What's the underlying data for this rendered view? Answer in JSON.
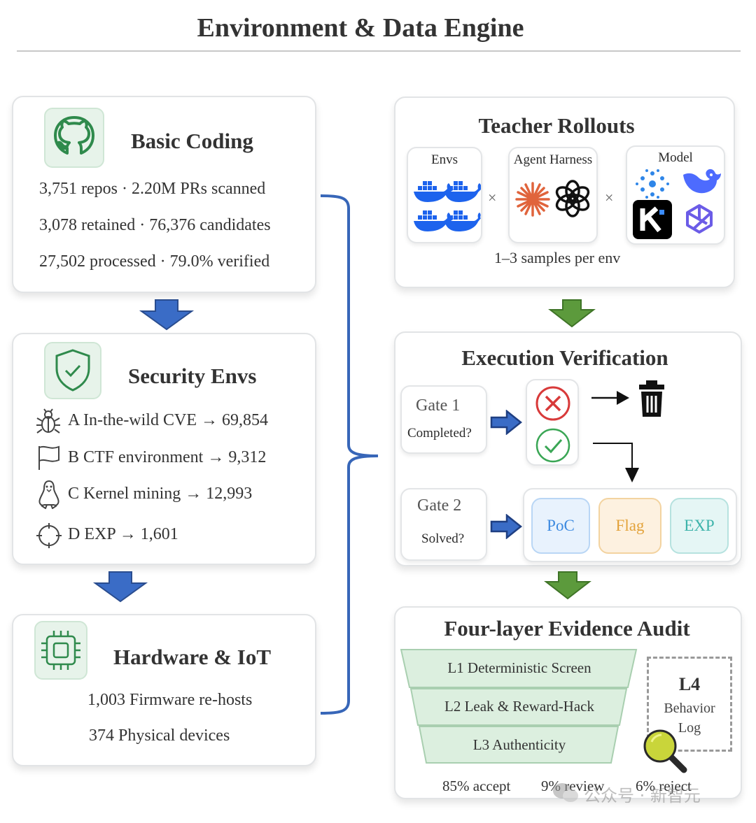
{
  "header": {
    "title": "Environment & Data Engine"
  },
  "basic_coding": {
    "title": "Basic Coding",
    "lines": [
      "3,751 repos · 2.20M PRs scanned",
      "3,078 retained · 76,376 candidates",
      "27,502 processed · 79.0% verified"
    ],
    "icon": "github-icon"
  },
  "security": {
    "title": "Security Envs",
    "icon": "shield-check-icon",
    "items": [
      {
        "icon": "bug-icon",
        "text": "A  In-the-wild CVE → 69,854"
      },
      {
        "icon": "flag-icon",
        "text": "B  CTF environment → 9,312"
      },
      {
        "icon": "linux-penguin-icon",
        "text": "C  Kernel mining → 12,993"
      },
      {
        "icon": "crosshair-icon",
        "text": "D  EXP → 1,601"
      }
    ]
  },
  "hardware": {
    "title": "Hardware & IoT",
    "icon": "chip-icon",
    "lines": [
      "1,003 Firmware re-hosts",
      "374 Physical devices"
    ]
  },
  "teacher": {
    "title": "Teacher Rollouts",
    "envs_label": "Envs",
    "harness_label": "Agent Harness",
    "model_label": "Model",
    "times": "×",
    "samples": "1–3 samples per env"
  },
  "execution": {
    "title": "Execution Verification",
    "gate1_title": "Gate 1",
    "gate1_q": "Completed?",
    "gate2_title": "Gate 2",
    "gate2_q": "Solved?",
    "outcomes": [
      "PoC",
      "Flag",
      "EXP"
    ]
  },
  "audit": {
    "title": "Four-layer Evidence Audit",
    "tiers": [
      "L1 Deterministic Screen",
      "L2  Leak & Reward-Hack",
      "L3  Authenticity"
    ],
    "l4_title": "L4",
    "l4_text": [
      "Behavior",
      "Log"
    ],
    "stats": [
      "85% accept",
      "9% review",
      "6% reject"
    ]
  },
  "watermark": "公众号 · 新智元",
  "colors": {
    "blue_arrow": "#3a6cc6",
    "green_arrow": "#5c9a3c",
    "brace": "#3766b8"
  }
}
